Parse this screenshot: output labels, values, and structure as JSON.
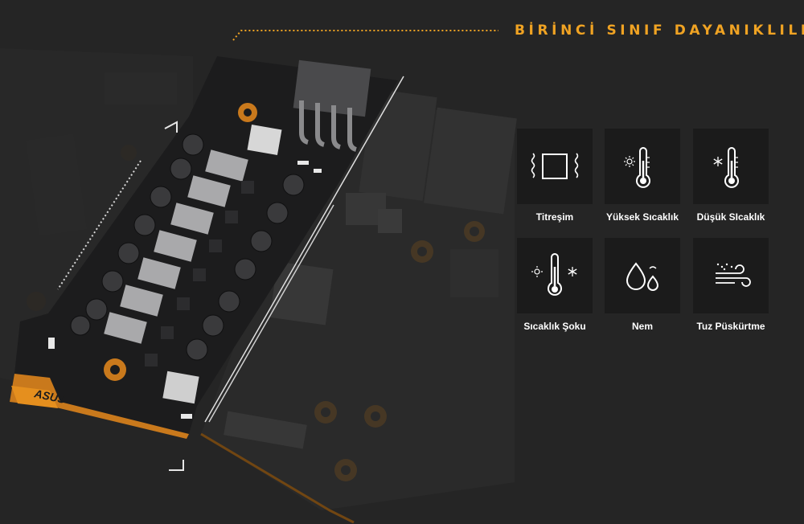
{
  "header": {
    "title": "BİRİNCİ SINIF DAYANIKLILIK"
  },
  "features": [
    {
      "label": "Titreşim",
      "icon": "vibration-icon"
    },
    {
      "label": "Yüksek Sıcaklık",
      "icon": "high-temperature-icon"
    },
    {
      "label": "Düşük SIcaklık",
      "icon": "low-temperature-icon"
    },
    {
      "label": "Sıcaklık Şoku",
      "icon": "thermal-shock-icon"
    },
    {
      "label": "Nem",
      "icon": "humidity-icon"
    },
    {
      "label": "Tuz Püskürtme",
      "icon": "salt-spray-icon"
    }
  ],
  "board": {
    "logo": "ASUS"
  },
  "colors": {
    "accent": "#f0a323",
    "background": "#252525",
    "tile": "#1b1b1b"
  }
}
